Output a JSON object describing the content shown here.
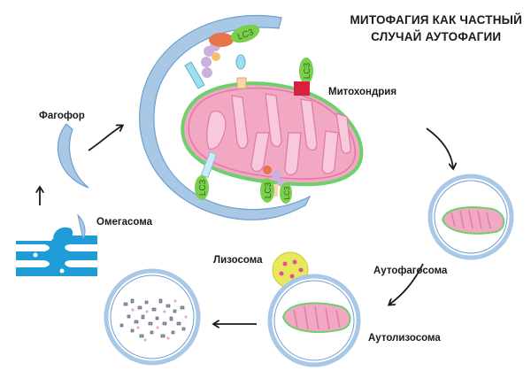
{
  "title": {
    "line1": "МИТОФАГИЯ КАК ЧАСТНЫЙ",
    "line2": "СЛУЧАЙ АУТОФАГИИ"
  },
  "labels": {
    "phagophore": "Фагофор",
    "omegasome": "Омегасома",
    "mitochondrion": "Митохондрия",
    "autophagosome": "Аутофагосома",
    "lysosome": "Лизосома",
    "autolysosome": "Аутолизосома"
  },
  "lc3_tag": "LC3",
  "colors": {
    "membrane": "#a8c8e6",
    "membrane_stroke": "#6f9fcf",
    "mito_fill": "#f2a7c3",
    "mito_inner": "#f8c9db",
    "mito_edge": "#6fcf6f",
    "er_blue": "#1f9bd8",
    "lc3_green": "#7ccf4e",
    "receptor_red": "#d9203f",
    "lysosome_yellow": "#e8e85a",
    "lysosome_dots": "#e0509a",
    "arrow": "#1a1a1a"
  },
  "icons": [
    "arrow-icon",
    "lc3-protein-icon",
    "receptor-icon"
  ]
}
